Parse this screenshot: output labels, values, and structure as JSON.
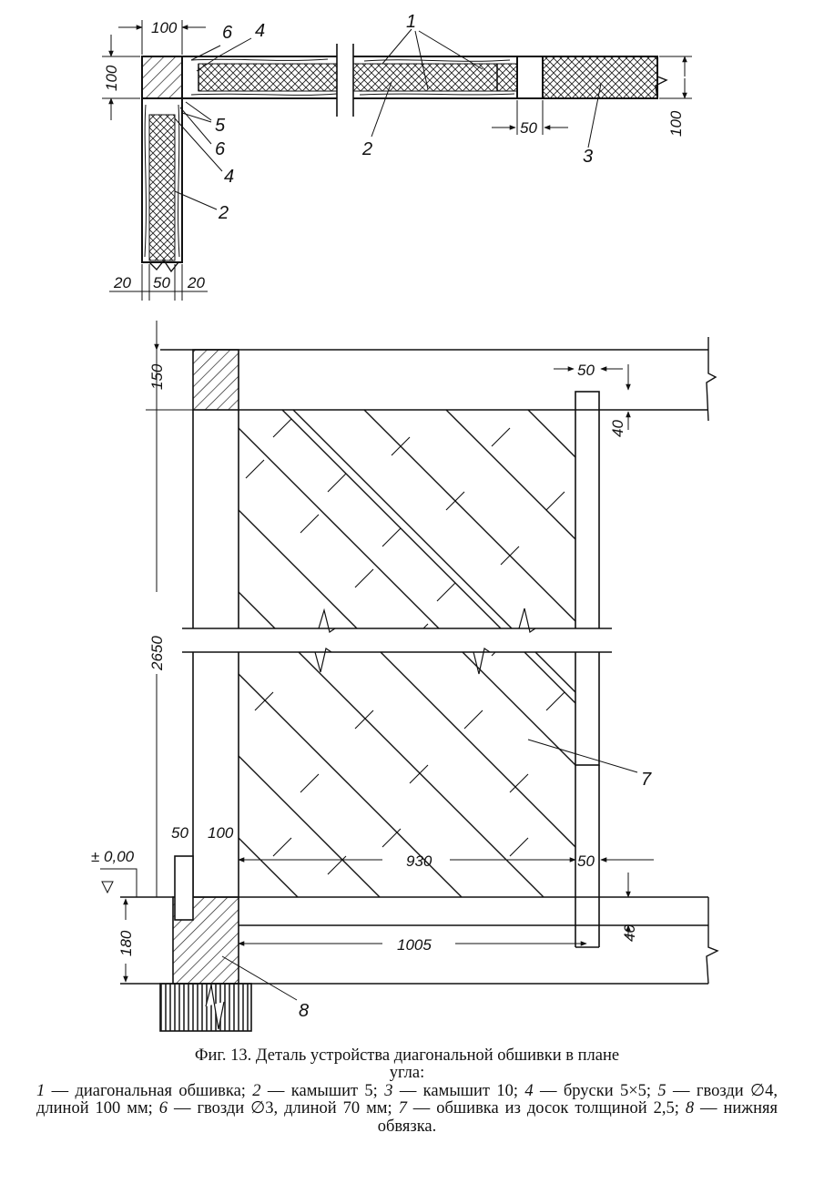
{
  "plan_view": {
    "dims": {
      "top_100": "100",
      "left_100": "100",
      "right_100": "100",
      "d50": "50",
      "b20l": "20",
      "b50": "50",
      "b20r": "20"
    },
    "labels": {
      "l6a": "6",
      "l4a": "4",
      "l1": "1",
      "l2a": "2",
      "l3": "3",
      "l5": "5",
      "l6b": "6",
      "l4b": "4",
      "l2b": "2"
    }
  },
  "elevation": {
    "dims": {
      "d150": "150",
      "d50top": "50",
      "d40top": "40",
      "d2650": "2650",
      "d50b": "50",
      "d100b": "100",
      "zero": "± 0,00",
      "d930": "930",
      "d50r": "50",
      "d40b": "40",
      "d180": "180",
      "d1005": "1005"
    },
    "labels": {
      "l7": "7",
      "l8": "8"
    }
  },
  "caption": {
    "title_line1": "Фиг. 13. Деталь  устройства  диагональной обшивки в плане",
    "title_line2": "угла:",
    "items": [
      {
        "num": "1",
        "text": " — диагональная обшивка; "
      },
      {
        "num": "2",
        "text": " — камышит 5; "
      },
      {
        "num": "3",
        "text": " — камышит 10; "
      },
      {
        "num": "4",
        "text": " — бруски 5×5; "
      },
      {
        "num": "5",
        "text": " — гвозди ∅4, длиной 100 мм; "
      },
      {
        "num": "6",
        "text": " — гвозди ∅3, длиной 70 мм; "
      },
      {
        "num": "7",
        "text": " — обшивка из досок толщиной 2,5; "
      },
      {
        "num": "8",
        "text": " — нижняя обвязка."
      }
    ]
  }
}
